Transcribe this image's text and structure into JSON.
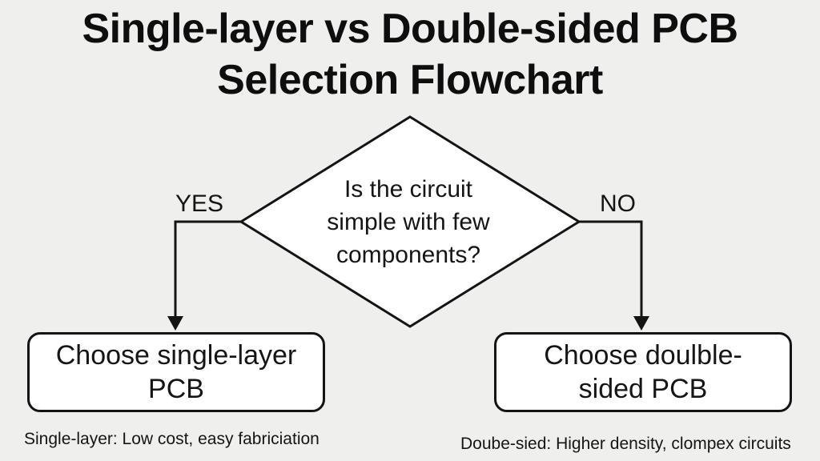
{
  "title": {
    "line1": "Single-layer vs Double-sided PCB",
    "line2": "Selection Flowchart"
  },
  "decision": {
    "line1": "Is the circuit",
    "line2": "simple with few",
    "line3": "components?"
  },
  "branches": {
    "yes": "YES",
    "no": "NO"
  },
  "outcomes": {
    "left": {
      "line1": "Choose single-layer",
      "line2": "PCB"
    },
    "right": {
      "line1": "Choose doulble-",
      "line2": "sided PCB"
    }
  },
  "footnotes": {
    "left": "Single-layer: Low cost, easy fabriciation",
    "right": "Doube-sied: Higher density, clompex circuits"
  }
}
